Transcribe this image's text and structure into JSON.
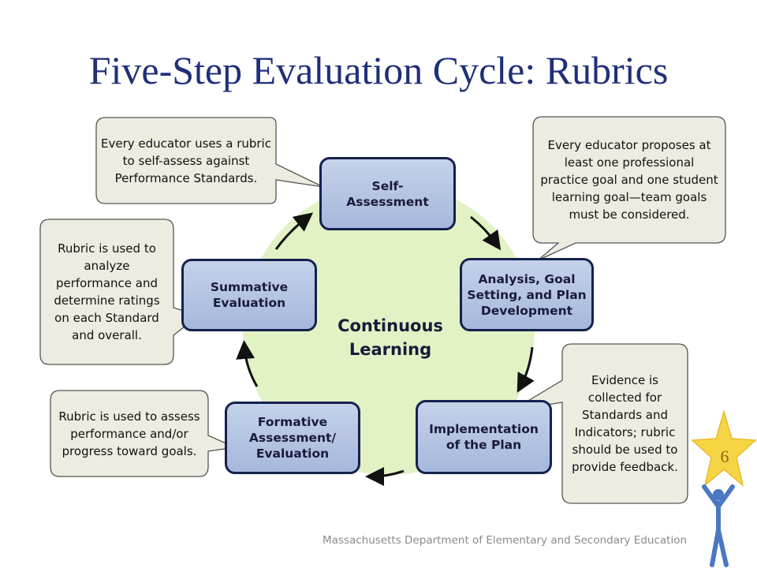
{
  "title": "Five-Step Evaluation Cycle: Rubrics",
  "center_label": "Continuous Learning",
  "steps": [
    {
      "label": "Self-\nAssessment"
    },
    {
      "label": "Analysis, Goal Setting, and Plan Development"
    },
    {
      "label": "Implementation of the Plan"
    },
    {
      "label": "Formative Assessment/ Evaluation"
    },
    {
      "label": "Summative Evaluation"
    }
  ],
  "callouts": [
    {
      "text": "Every educator uses a rubric to self-assess against Performance Standards."
    },
    {
      "text": "Every educator proposes at least one professional practice goal and one student learning goal—team goals must be considered."
    },
    {
      "text": "Evidence is collected for Standards and Indicators; rubric should be used to provide feedback."
    },
    {
      "text": "Rubric is used to assess performance and/or progress toward goals."
    },
    {
      "text": "Rubric is used to analyze performance and determine ratings on each Standard and overall."
    }
  ],
  "footer": "Massachusetts Department of Elementary and Secondary Education",
  "page_number": "6",
  "colors": {
    "title": "#1f2f7a",
    "circle": "#e2f2c4",
    "step_fill": "#b3c3e2",
    "step_border": "#14214d",
    "callout_fill": "#eeece1",
    "callout_border": "#555555",
    "star": "#f6d544",
    "figure": "#4a78c2"
  }
}
